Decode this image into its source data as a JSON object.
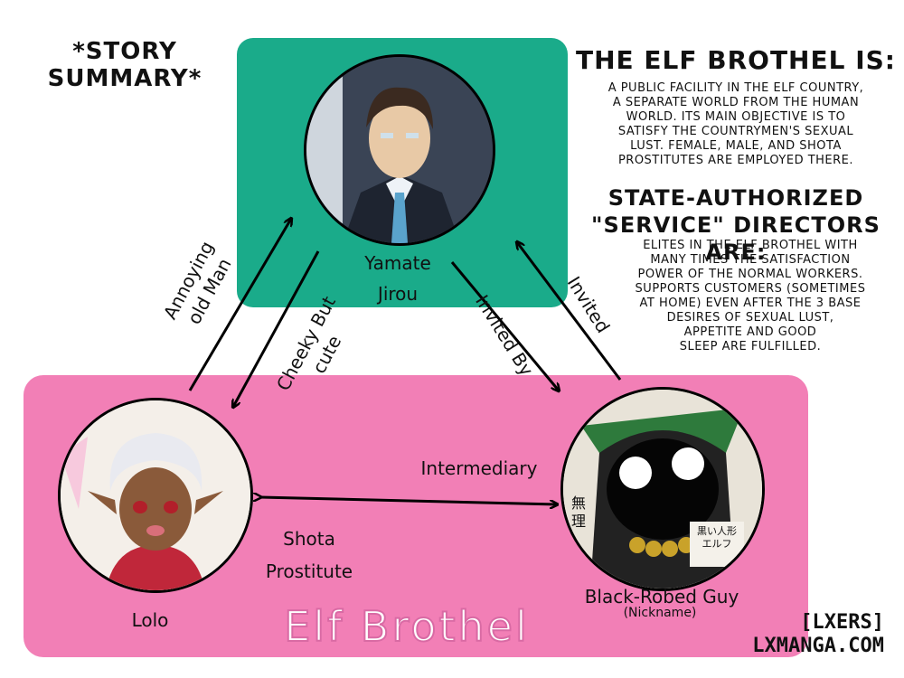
{
  "colors": {
    "teal": "#1aab8a",
    "pink": "#f27fb6",
    "elf_text_outline": "#d96aa4"
  },
  "story_title": [
    "*STORY",
    "SUMMARY*"
  ],
  "brothel_heading": "THE ELF BROTHEL IS:",
  "brothel_description": [
    "A PUBLIC FACILITY IN THE ELF COUNTRY,",
    "A SEPARATE WORLD FROM THE HUMAN",
    "WORLD. ITS MAIN OBJECTIVE IS TO",
    "SATISFY THE COUNTRYMEN'S SEXUAL",
    "LUST. FEMALE, MALE, AND SHOTA",
    "PROSTITUTES ARE EMPLOYED THERE."
  ],
  "directors_heading": [
    "STATE-AUTHORIZED",
    "\"SERVICE\" DIRECTORS ARE:"
  ],
  "directors_description": [
    "ELITES IN THE ELF BROTHEL WITH",
    "MANY TIMES THE SATISFACTION",
    "POWER OF THE NORMAL WORKERS.",
    "SUPPORTS CUSTOMERS (SOMETIMES",
    "AT HOME) EVEN AFTER THE 3 BASE",
    "DESIRES OF SEXUAL LUST,",
    "APPETITE AND GOOD",
    "SLEEP ARE FULFILLED."
  ],
  "characters": {
    "yamate": {
      "name": [
        "Yamate",
        "Jirou"
      ]
    },
    "lolo": {
      "name": "Lolo",
      "role": [
        "Shota",
        "Prostitute"
      ]
    },
    "robed": {
      "name": "Black-Robed Guy",
      "nickname": "(Nickname)",
      "kanji": [
        "無",
        "理"
      ],
      "sign": "黒い人形 エルフ"
    }
  },
  "relations": {
    "lolo_to_yamate": [
      "Annoying",
      "old Man"
    ],
    "yamate_to_lolo": [
      "Cheeky But",
      "cute"
    ],
    "yamate_to_robed": "Invited By",
    "robed_to_yamate": "Invited",
    "lolo_robed": "Intermediary"
  },
  "area_label": "Elf Brothel",
  "watermark": [
    "[LXERS]",
    "LXMANGA.COM"
  ]
}
